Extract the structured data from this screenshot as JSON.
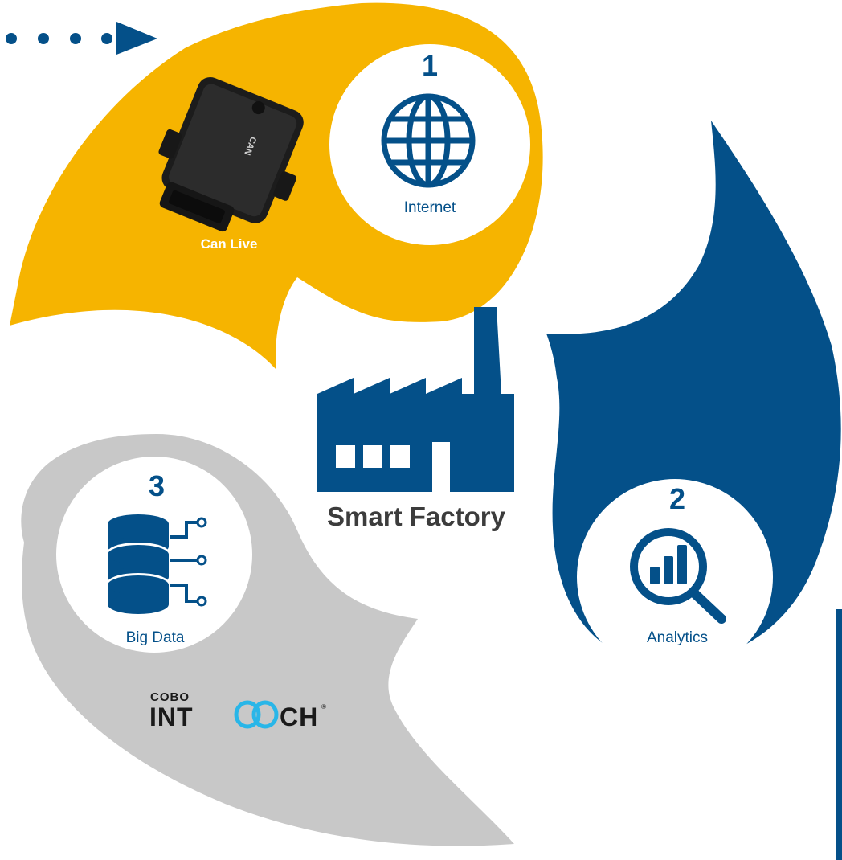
{
  "center": {
    "title": "Smart Factory",
    "icon": "factory-icon"
  },
  "steps": [
    {
      "number": "1",
      "label": "Internet",
      "icon": "globe-icon"
    },
    {
      "number": "2",
      "label": "Analytics",
      "icon": "magnifier-chart-icon"
    },
    {
      "number": "3",
      "label": "Big Data",
      "icon": "database-icon"
    }
  ],
  "device": {
    "label": "Can Live",
    "print": "CAN"
  },
  "brand": {
    "top": "COBO",
    "left": "INT",
    "right": "CH",
    "registered": "®"
  },
  "colors": {
    "yellow": "#F6B400",
    "blue": "#045089",
    "grey": "#C8C8C8",
    "dark_text": "#3C3C3C",
    "white": "#FFFFFF",
    "brand_cyan": "#29B6E8"
  }
}
